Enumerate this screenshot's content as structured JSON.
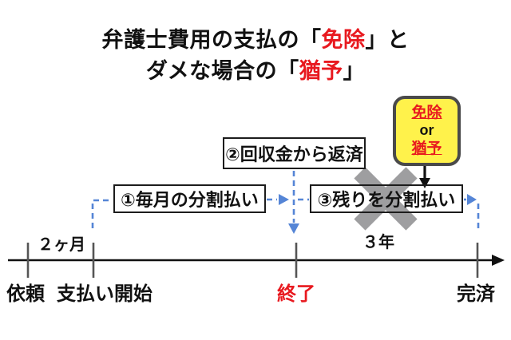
{
  "title": {
    "line1": {
      "pre": "弁護士費用の支払の「",
      "highlight": "免除",
      "post": "」と"
    },
    "line2": {
      "pre": "ダメな場合の「",
      "highlight": "猶予",
      "post": "」"
    }
  },
  "flow": {
    "box1_label": "①毎月の分割払い",
    "box2_label": "②回収金から返済",
    "box3_label": "③残りを分割払い"
  },
  "badge": {
    "top": "免除",
    "middle": "or",
    "bottom": "猶予"
  },
  "timeline": {
    "milestones": [
      "依頼",
      "支払い開始",
      "終了",
      "完済"
    ],
    "durations": [
      "２ヶ月",
      "３年"
    ]
  },
  "icons": {
    "cross": "cross-x-mark",
    "arrows": "dashed-flow-arrows"
  },
  "colors": {
    "accent_red": "#e8191f",
    "flow_blue": "#5585d6",
    "badge_yellow": "#fff24b",
    "badge_border": "#4a4a4a",
    "cross_gray": "#9e9ea0",
    "axis_black": "#111111",
    "tick_gray": "#555555"
  }
}
